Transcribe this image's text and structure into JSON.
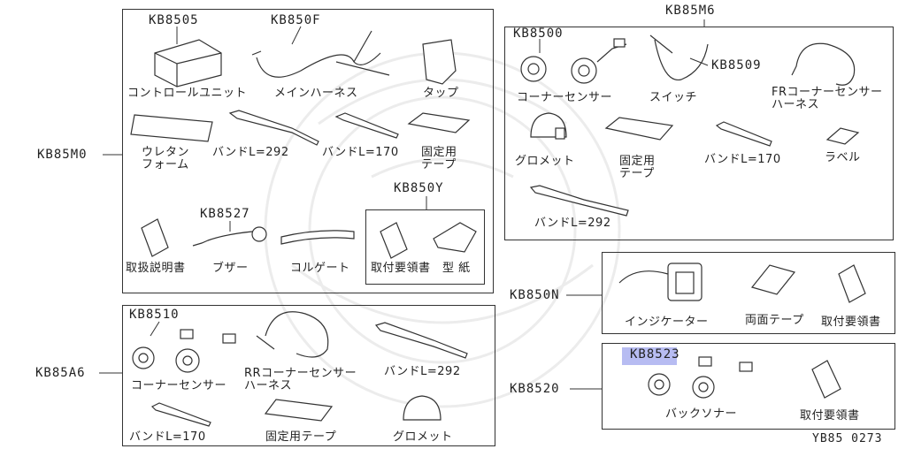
{
  "diagram": {
    "footer_code": "YB85 0273",
    "highlight_color": "#9fa6ee",
    "groups": [
      {
        "code": "KB85M0",
        "parts": [
          {
            "code": "KB8505",
            "label": "コントロールユニット"
          },
          {
            "code": "KB850F",
            "label": "メインハーネス"
          },
          {
            "label": "タップ"
          },
          {
            "label": "ウレタン\nフォーム"
          },
          {
            "label": "バンドL=292"
          },
          {
            "label": "バンドL=170"
          },
          {
            "label": "固定用\nテープ"
          },
          {
            "label": "取扱説明書"
          },
          {
            "code": "KB8527",
            "label": "ブザー"
          },
          {
            "label": "コルゲート"
          }
        ],
        "subgroup": {
          "code": "KB850Y",
          "parts": [
            {
              "label": "取付要領書"
            },
            {
              "label": "型 紙"
            }
          ]
        }
      },
      {
        "code": "KB85M6",
        "parts": [
          {
            "code": "KB8500",
            "label": "コーナーセンサー"
          },
          {
            "code": "KB8509",
            "label": "スイッチ"
          },
          {
            "label": "FRコーナーセンサー\nハーネス"
          },
          {
            "label": "グロメット"
          },
          {
            "label": "固定用\nテープ"
          },
          {
            "label": "バンドL=170"
          },
          {
            "label": "ラベル"
          },
          {
            "label": "バンドL=292"
          }
        ]
      },
      {
        "code": "KB850N",
        "parts": [
          {
            "label": "インジケーター"
          },
          {
            "label": "両面テープ"
          },
          {
            "label": "取付要領書"
          }
        ]
      },
      {
        "code": "KB85A6",
        "parts": [
          {
            "code": "KB8510",
            "label": "コーナーセンサー"
          },
          {
            "label": "RRコーナーセンサー\nハーネス"
          },
          {
            "label": "バンドL=292"
          },
          {
            "label": "バンドL=170"
          },
          {
            "label": "固定用テープ"
          },
          {
            "label": "グロメット"
          }
        ]
      },
      {
        "code": "KB8520",
        "parts": [
          {
            "code": "KB8523",
            "label": "バックソナー"
          },
          {
            "label": "取付要領書"
          }
        ]
      }
    ]
  }
}
